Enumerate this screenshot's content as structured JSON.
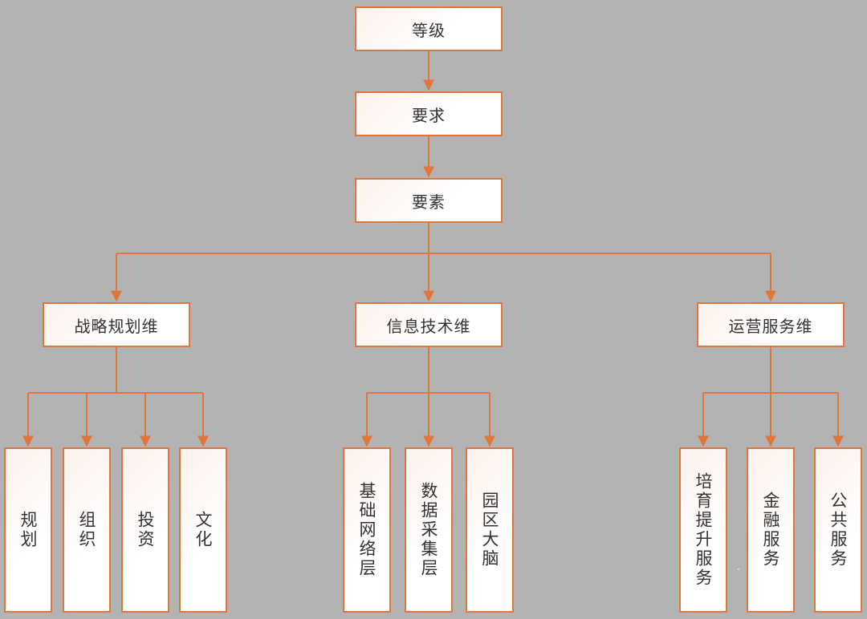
{
  "diagram": {
    "level1": "等级",
    "level2": "要求",
    "level3": "要素",
    "dimensions": [
      {
        "label": "战略规划维",
        "children": [
          "规划",
          "组织",
          "投资",
          "文化"
        ]
      },
      {
        "label": "信息技术维",
        "children": [
          "基础网络层",
          "数据采集层",
          "园区大脑"
        ]
      },
      {
        "label": "运营服务维",
        "children": [
          "培育提升服务",
          "金融服务",
          "公共服务"
        ]
      }
    ],
    "colors": {
      "accent": "#e0753e",
      "background": "#b3b3b3",
      "box_fill": "#fdf1ec",
      "text": "#333333"
    }
  }
}
